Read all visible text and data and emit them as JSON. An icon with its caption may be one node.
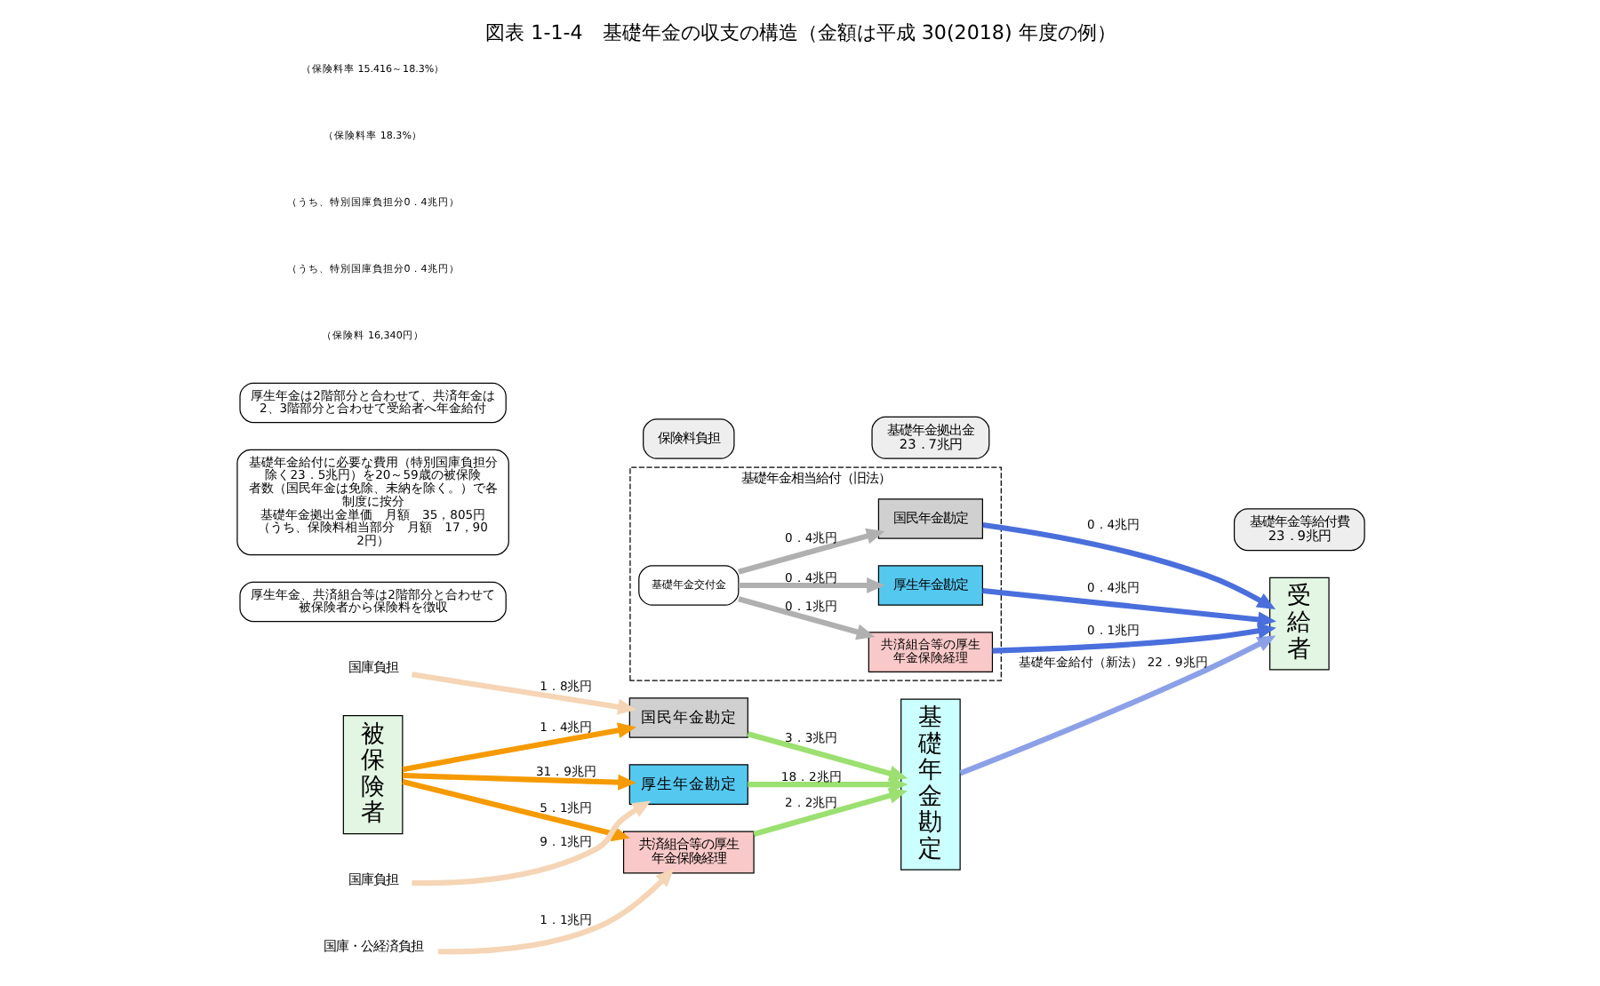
{
  "diagram": {
    "title": "図表 1-1-4　基礎年金の収支の構造（金額は平成 30(2018) 年度の例）",
    "nodes": [
      {
        "text": [
          "被保険者"
        ]
      },
      {
        "text": [
          "保険料負担"
        ]
      },
      {
        "text": [
          "国民年金勘定"
        ]
      },
      {
        "text": [
          "厚生年金勘定"
        ]
      },
      {
        "text": [
          "共済組合等の厚生年金保険経理"
        ]
      },
      {
        "text": [
          "国庫負担"
        ]
      },
      {
        "text": [
          "国庫負担"
        ]
      },
      {
        "text": [
          "国庫・公経済負担"
        ]
      },
      {
        "text": [
          "基礎年金拠出金",
          "23．7兆円"
        ]
      },
      {
        "text": [
          "基礎年金勘定"
        ]
      },
      {
        "text": [
          "基礎年金等給付費",
          "23．9兆円"
        ]
      },
      {
        "text": [
          "基礎年金相当給付（旧法）"
        ]
      },
      {
        "text": [
          "基礎年金交付金"
        ],
        "in": 11
      },
      {
        "text": [
          "国民年金勘定"
        ],
        "in": 11
      },
      {
        "text": [
          "厚生年金勘定"
        ],
        "in": 11
      },
      {
        "text": [
          "共済組合等の厚生年金保険経理"
        ],
        "in": 11
      },
      {
        "text": [
          "受給者"
        ]
      },
      {
        "text": [
          "厚生年金、共済組合等は2階部分と合わせて被保険者から保険料を徴収"
        ]
      },
      {
        "text": [
          "基礎年金給付に必要な費用（特別国庫負担分除く23．5兆円）を20～59歳の被保険者数（国民年金は免除、未納を除く。）で各制度に按分",
          "基礎年金拠出金単価　月額　35，805円",
          "（うち、保険料相当部分　月額　17，902円）"
        ]
      },
      {
        "text": [
          "厚生年金は2階部分と合わせて、共済年金は2、3階部分と合わせて受給者へ年金給付"
        ]
      }
    ],
    "edges": [
      {
        "from": 0,
        "to": 2,
        "arrow": "to",
        "label": "1．4兆円",
        "color": "#f59a00"
      },
      {
        "from": 0,
        "to": 3,
        "arrow": "to",
        "label": "31．9兆円",
        "color": "#f59a00"
      },
      {
        "from": 0,
        "to": 4,
        "arrow": "to",
        "label": "5．1兆円",
        "color": "#f59a00"
      },
      {
        "from": 5,
        "to": 2,
        "arrow": "to",
        "label": "1．8兆円",
        "color": "#f5d5b5"
      },
      {
        "from": 6,
        "to": 3,
        "arrow": "to",
        "label": "9．1兆円",
        "color": "#f5d5b5"
      },
      {
        "from": 7,
        "to": 4,
        "arrow": "to",
        "label": "1．1兆円",
        "color": "#f5d5b5"
      },
      {
        "from": 2,
        "to": 9,
        "arrow": "to",
        "label": "3．3兆円",
        "color": "#9be070"
      },
      {
        "from": 3,
        "to": 9,
        "arrow": "to",
        "label": "18．2兆円",
        "color": "#9be070"
      },
      {
        "from": 4,
        "to": 9,
        "arrow": "to",
        "label": "2．2兆円",
        "color": "#9be070"
      },
      {
        "from": 9,
        "to": 16,
        "arrow": "to",
        "label": "基礎年金給付（新法） 22．9兆円",
        "color": "#8ca0e8"
      },
      {
        "from": 12,
        "to": 13,
        "arrow": "to",
        "label": "0．4兆円",
        "color": "#b0b0b0"
      },
      {
        "from": 12,
        "to": 14,
        "arrow": "to",
        "label": "0．4兆円",
        "color": "#b0b0b0"
      },
      {
        "from": 12,
        "to": 15,
        "arrow": "to",
        "label": "0．1兆円",
        "color": "#b0b0b0"
      },
      {
        "from": 13,
        "to": 16,
        "arrow": "to",
        "label": "0．4兆円",
        "color": "#4a6fdc"
      },
      {
        "from": 14,
        "to": 16,
        "arrow": "to",
        "label": "0．4兆円",
        "color": "#4a6fdc"
      },
      {
        "from": 15,
        "to": 16,
        "arrow": "to",
        "label": "0．1兆円",
        "color": "#4a6fdc"
      }
    ],
    "labels": [
      "（保険料 16,340円）",
      "（うち、特別国庫負担分0．4兆円）",
      "（うち、特別国庫負担分0．4兆円）",
      "（保険料率 18.3%）",
      "（保険料率 15.416～18.3%）"
    ]
  }
}
